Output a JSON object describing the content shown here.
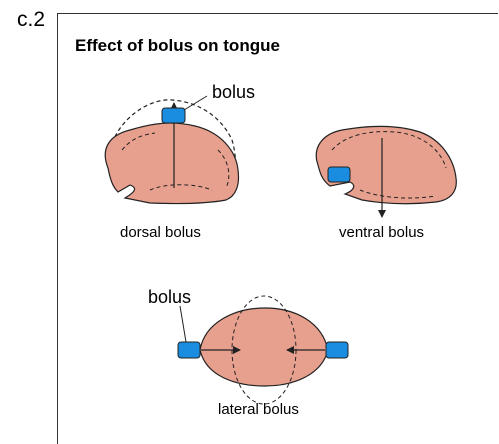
{
  "panel_id": "c.2",
  "title": "Effect of bolus on tongue",
  "labels": {
    "bolus_top": "bolus",
    "dorsal": "dorsal bolus",
    "ventral": "ventral bolus",
    "bolus_lateral": "bolus",
    "lateral": "lateral bolus"
  },
  "colors": {
    "tongue_fill": "#e8a08e",
    "bolus_fill": "#1b8de0",
    "outline": "#222222"
  },
  "icons": {
    "tongue": "tongue-shape",
    "bolus": "bolus-block",
    "arrow": "arrow"
  }
}
